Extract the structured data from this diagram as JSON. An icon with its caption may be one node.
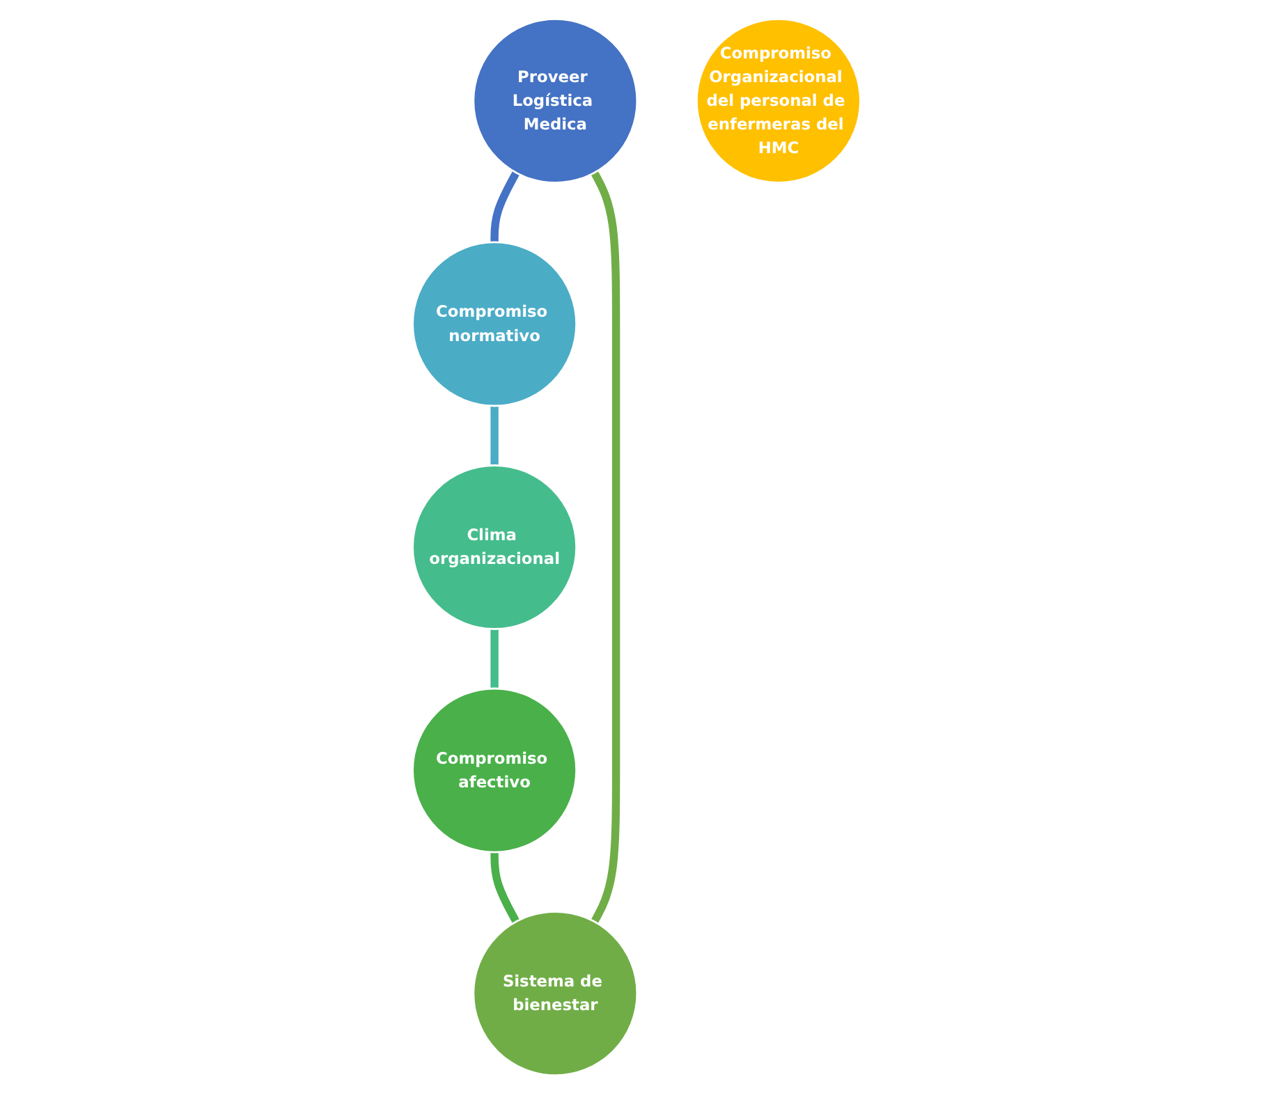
{
  "diagram": {
    "nodes": [
      {
        "text": [
          "Proveer Logística Medica"
        ]
      },
      {
        "text": [
          "Compromiso normativo"
        ]
      },
      {
        "text": [
          "Clima organizacional"
        ]
      },
      {
        "text": [
          "Compromiso afectivo"
        ]
      },
      {
        "text": [
          "Sistema de bienestar"
        ]
      },
      {
        "text": [
          "Compromiso Organizacional del personal de enfermeras del HMC"
        ]
      }
    ],
    "edges": [
      {
        "from": 0,
        "to": 1,
        "arrow": "none",
        "color": "#4472c4"
      },
      {
        "from": 1,
        "to": 2,
        "arrow": "none",
        "color": "#4bacc6"
      },
      {
        "from": 2,
        "to": 3,
        "arrow": "none",
        "color": "#45bc8c"
      },
      {
        "from": 3,
        "to": 4,
        "arrow": "none",
        "color": "#4ab04a"
      },
      {
        "from": 4,
        "to": 0,
        "arrow": "none",
        "color": "#70ad47"
      }
    ]
  }
}
